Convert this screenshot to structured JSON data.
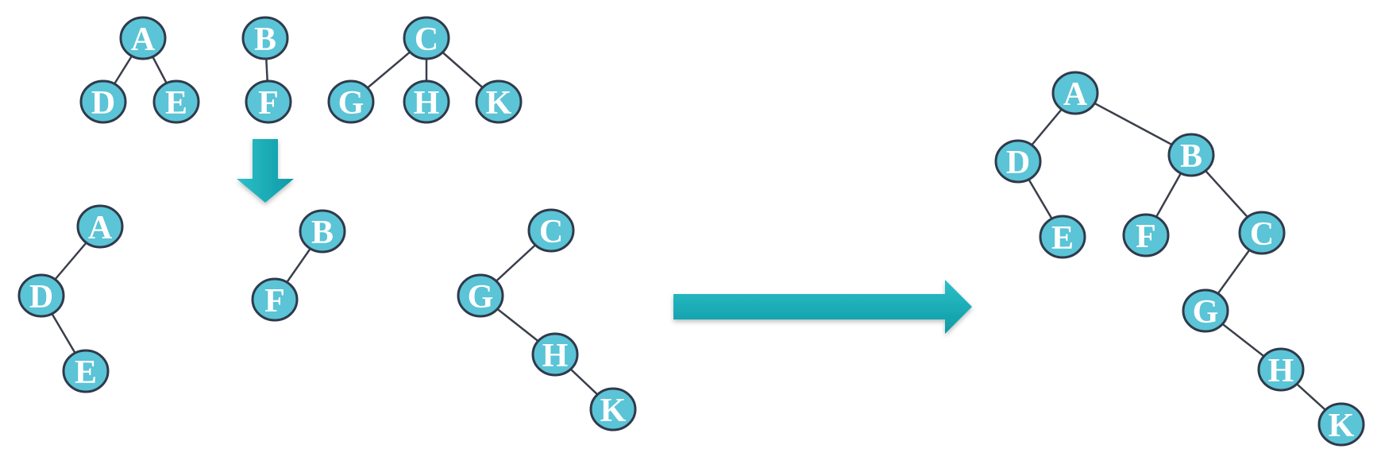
{
  "colors": {
    "node_fill": "#5bc4d6",
    "node_stroke": "#2f3a4a",
    "edge": "#3a3f4a",
    "arrow": "#1aaeb9",
    "label": "#ffffff"
  },
  "forest": {
    "trees": [
      {
        "root": "A",
        "children": [
          "D",
          "E"
        ]
      },
      {
        "root": "B",
        "children": [
          "F"
        ]
      },
      {
        "root": "C",
        "children": [
          "G",
          "H",
          "K"
        ]
      }
    ]
  },
  "transformed_forest": {
    "trees": [
      {
        "root": "A",
        "left": "D",
        "right_chain": [
          "E"
        ]
      },
      {
        "root": "B",
        "left": "F"
      },
      {
        "root": "C",
        "left": "G",
        "right_chain": [
          "H",
          "K"
        ]
      }
    ]
  },
  "binary_tree": {
    "edges": [
      [
        "A",
        "D"
      ],
      [
        "A",
        "B"
      ],
      [
        "D",
        "E"
      ],
      [
        "B",
        "F"
      ],
      [
        "B",
        "C"
      ],
      [
        "C",
        "G"
      ],
      [
        "G",
        "H"
      ],
      [
        "H",
        "K"
      ]
    ]
  },
  "arrows": [
    {
      "name": "down-arrow",
      "direction": "down"
    },
    {
      "name": "right-arrow",
      "direction": "right"
    }
  ]
}
